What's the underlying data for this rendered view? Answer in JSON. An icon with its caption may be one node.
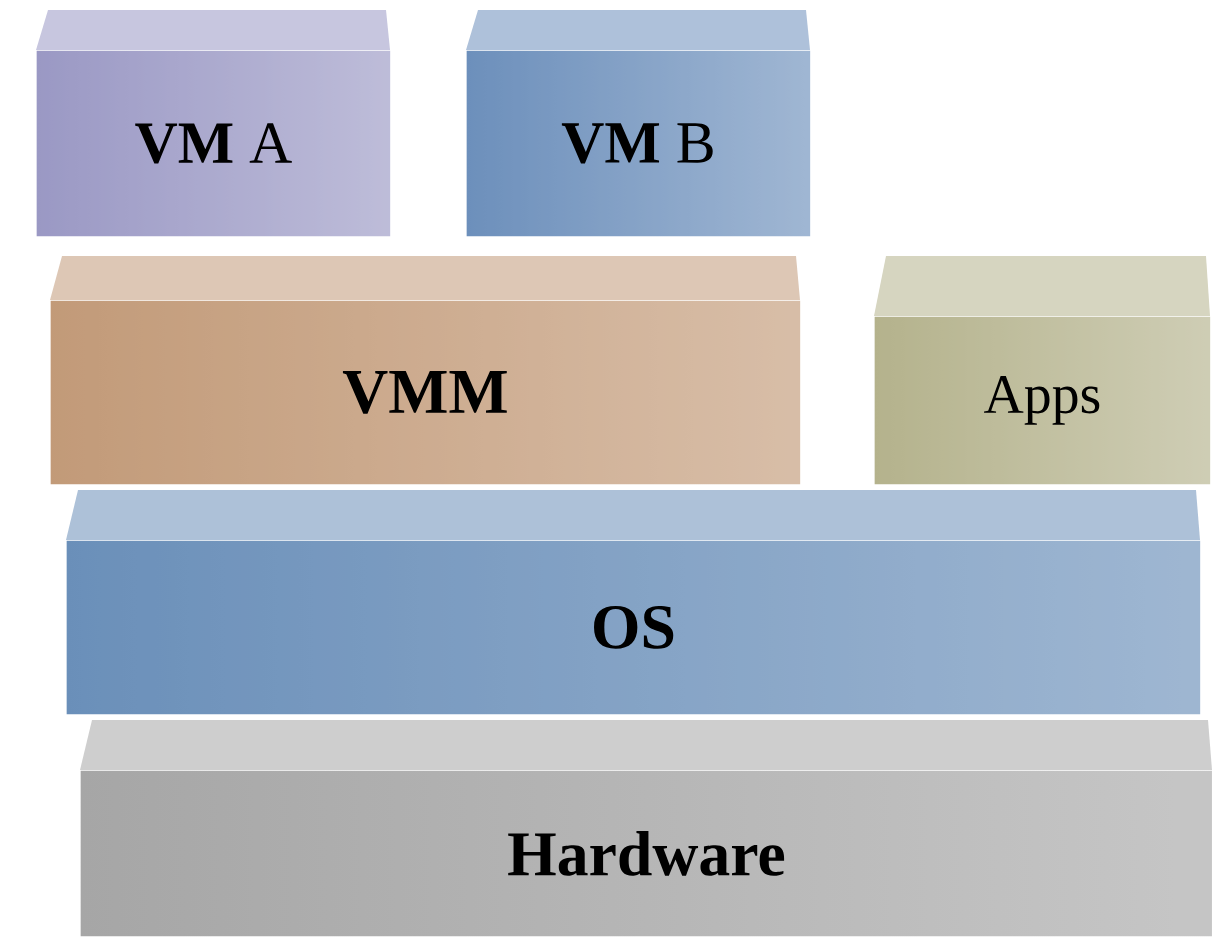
{
  "diagram": {
    "nodes": [
      {
        "text": [
          "**VM** A"
        ]
      },
      {
        "text": [
          "**VM** B"
        ]
      },
      {
        "text": [
          "VMM"
        ]
      },
      {
        "text": [
          "Apps"
        ]
      },
      {
        "text": [
          "OS"
        ]
      },
      {
        "text": [
          "Hardware"
        ]
      }
    ]
  }
}
